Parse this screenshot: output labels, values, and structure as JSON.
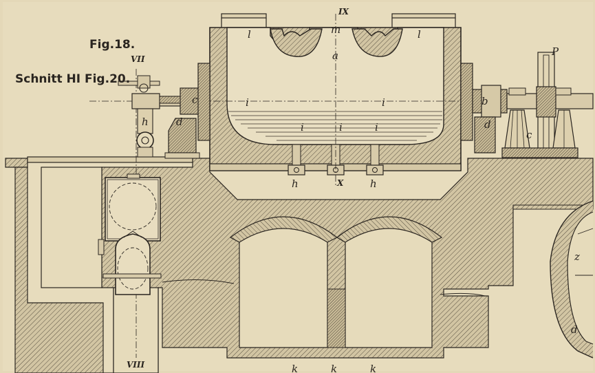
{
  "captions": {
    "figure": "Fig.18.",
    "section": "Schnitt HI Fig.20."
  },
  "labels": {
    "section_top": "IX",
    "section_bottom": "X",
    "section_left_top": "VII",
    "section_left_bottom": "VIII",
    "m": "m",
    "a": "a",
    "l_left": "l",
    "l_right": "l",
    "i_left": "i",
    "i_right": "i",
    "i_mid1": "i",
    "i_mid2": "i",
    "i_mid3": "i",
    "c_left": "c",
    "c_right": "c",
    "b": "b",
    "d_left": "d",
    "d_right": "d",
    "h_left": "h",
    "h_bot1": "h",
    "h_bot2": "h",
    "k1": "k",
    "k2": "k",
    "k3": "k",
    "z": "z",
    "d_far": "d",
    "p": "P"
  },
  "palette": {
    "paper": "#e4d8b8",
    "ink": "#2a2520",
    "masonry_fill": "#cfc2a0"
  }
}
